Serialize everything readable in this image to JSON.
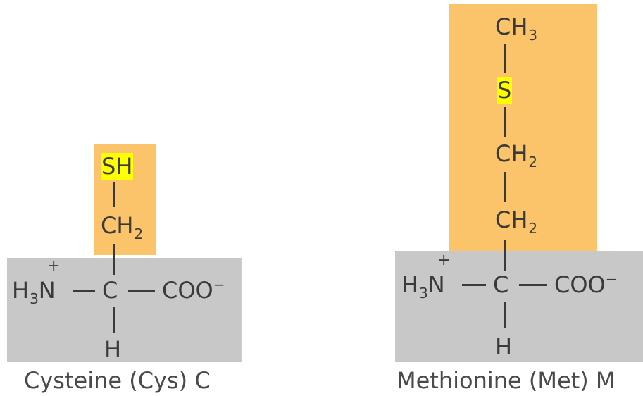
{
  "cysteine": {
    "side_group": "SH",
    "ch2": "CH",
    "ch2_sub": "2",
    "n_plus": "+",
    "h3": "H",
    "h3_sub": "3",
    "n": "N",
    "c": "C",
    "coo": "COO",
    "coo_charge": "−",
    "h": "H",
    "caption": "Cysteine (Cys) C"
  },
  "methionine": {
    "ch3": "CH",
    "ch3_sub": "3",
    "s": "S",
    "ch2_a": "CH",
    "ch2_a_sub": "2",
    "ch2_b": "CH",
    "ch2_b_sub": "2",
    "n_plus": "+",
    "h3": "H",
    "h3_sub": "3",
    "n": "N",
    "c": "C",
    "coo": "COO",
    "coo_charge": "−",
    "h": "H",
    "caption": "Methionine (Met) M"
  },
  "colors": {
    "backbone_bg": "#c8c8c8",
    "side_chain_bg": "#fbc46a",
    "sulfur_highlight": "#ffff00"
  }
}
